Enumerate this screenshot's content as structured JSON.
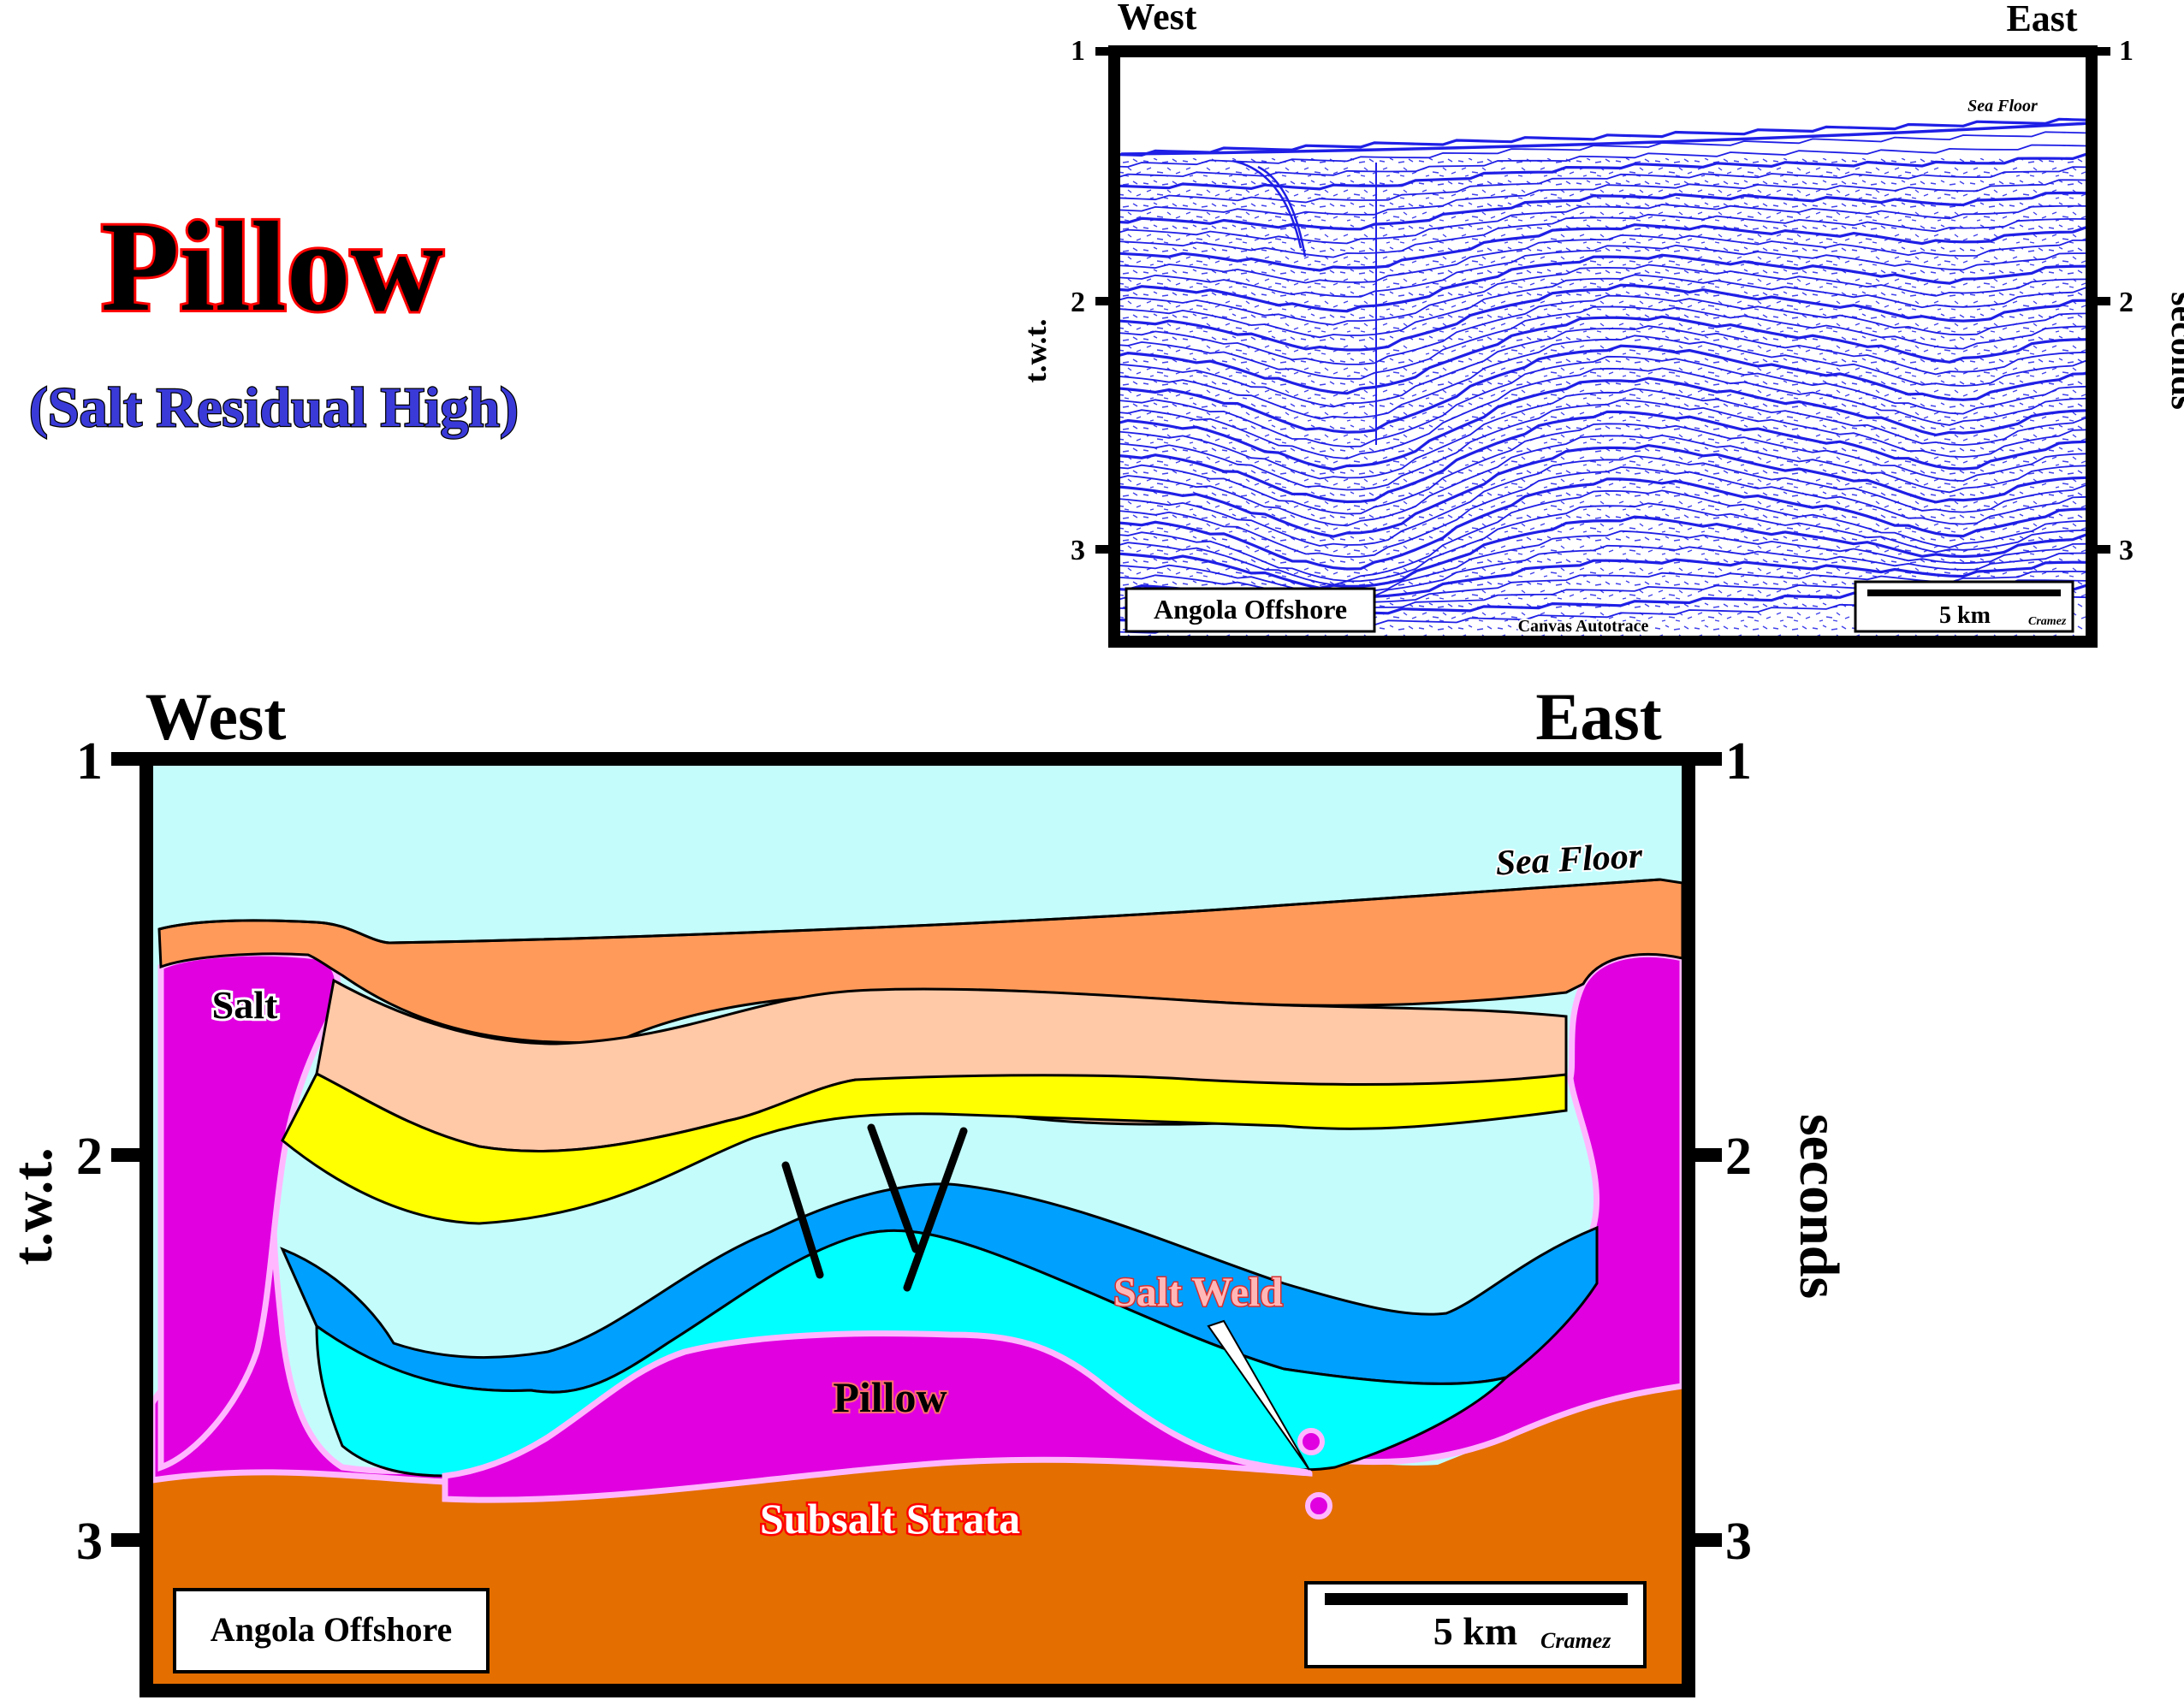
{
  "title": {
    "main": "Pillow",
    "subtitle": "(Salt Residual High)"
  },
  "colors": {
    "title_fill": "#000000",
    "title_outline": "#ff0000",
    "subtitle_fill": "#3a3ad8",
    "seismic_line": "#1f1fe6",
    "water": "#c4fcfc",
    "orange_top": "#ff9a5a",
    "peach": "#ffc8a6",
    "yellow": "#ffff00",
    "blue": "#00a0ff",
    "cyan": "#00ffff",
    "salt": "#e000e0",
    "salt_rim": "#ffb8ff",
    "subsalt": "#e46e00"
  },
  "seismic_panel": {
    "west": "West",
    "east": "East",
    "y_left_label": "t.w.t.",
    "y_right_label": "seconds",
    "ticks": [
      "1",
      "2",
      "3"
    ],
    "sea_floor": "Sea Floor",
    "location": "Angola Offshore",
    "scale": "5 km",
    "author": "Cramez",
    "credit": "Canvas Autotrace"
  },
  "interpretation_panel": {
    "west": "West",
    "east": "East",
    "y_left_label": "t.w.t.",
    "y_right_label": "seconds",
    "ticks": [
      "1",
      "2",
      "3"
    ],
    "sea_floor": "Sea Floor",
    "salt": "Salt",
    "salt_weld": "Salt Weld",
    "pillow": "Pillow",
    "subsalt": "Subsalt Strata",
    "location": "Angola Offshore",
    "scale": "5 km",
    "author": "Cramez"
  }
}
